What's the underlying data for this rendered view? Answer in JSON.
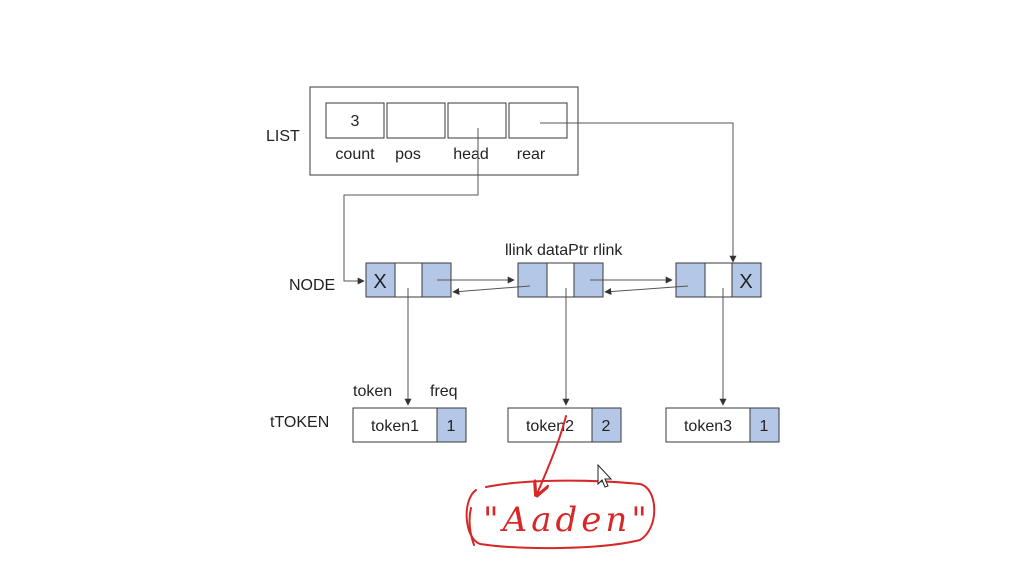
{
  "list": {
    "label": "LIST",
    "count_value": "3",
    "fields": [
      "count",
      "pos",
      "head",
      "rear"
    ]
  },
  "node": {
    "label": "NODE",
    "null_marker": "X",
    "field_caption": "llink dataPtr rlink"
  },
  "token": {
    "label": "tTOKEN",
    "col_token": "token",
    "col_freq": "freq",
    "items": [
      {
        "name": "token1",
        "freq": "1"
      },
      {
        "name": "token2",
        "freq": "2"
      },
      {
        "name": "token3",
        "freq": "1"
      }
    ]
  },
  "annotation": {
    "text": "\"Aaden\"",
    "color": "#d62828"
  },
  "colors": {
    "node_fill": "#b4c7e7",
    "line": "#555555"
  }
}
